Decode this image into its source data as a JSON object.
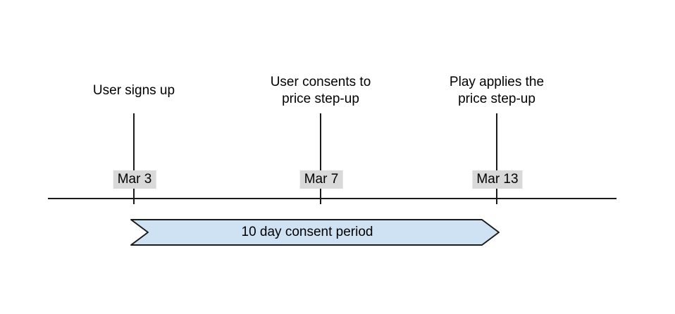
{
  "diagram": {
    "background_color": "#ffffff",
    "line_color": "#1a1a1a",
    "date_badge_bg": "#d9d9d9",
    "events": [
      {
        "title": "User signs up",
        "date": "Mar 3"
      },
      {
        "title": "User consents to\nprice step-up",
        "date": "Mar 7"
      },
      {
        "title": "Play applies the\nprice step-up",
        "date": "Mar 13"
      }
    ],
    "period": {
      "label": "10 day consent period",
      "fill": "#cfe2f3",
      "border": "#1c1c1c"
    }
  }
}
